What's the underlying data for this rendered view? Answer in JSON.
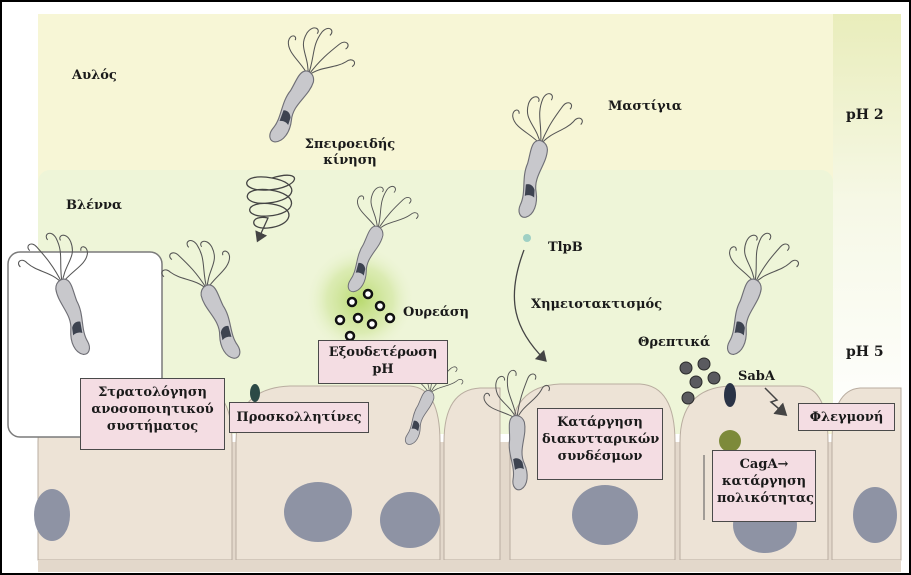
{
  "zones": {
    "lumen": "Αυλός",
    "mucus": "Βλέννα",
    "ph_low": "pH 2",
    "ph_high": "pH 5"
  },
  "labels": {
    "spiral_line1": "Σπειροειδής",
    "spiral_line2": "κίνηση",
    "flagella": "Μαστίγια",
    "tlpb": "TlpB",
    "chemotaxis": "Χημειοτακτισμός",
    "urease": "Ουρεάση",
    "nutrients": "Θρεπτικά",
    "saba": "SabA"
  },
  "boxes": {
    "neutralization_line1": "Εξουδετέρωση",
    "neutralization_line2": "pH",
    "immune_line1": "Στρατολόγηση",
    "immune_line2": "ανοσοποιητικού",
    "immune_line3": "συστήματος",
    "adhesins": "Προσκολλητίνες",
    "junctions_line1": "Κατάργηση",
    "junctions_line2": "διακυτταρικών",
    "junctions_line3": "συνδέσμων",
    "inflammation": "Φλεγμονή",
    "caga_line1": "CagA→",
    "caga_line2": "κατάργηση",
    "caga_line3": "πολικότητας"
  },
  "colors": {
    "lumen": "#f7f6d6",
    "mucus": "#eef5d8",
    "cell": "#ede3d6",
    "nucleus": "#8e93a4",
    "box_fill": "#f4dde3",
    "bacterium": "#c8c8cc"
  }
}
